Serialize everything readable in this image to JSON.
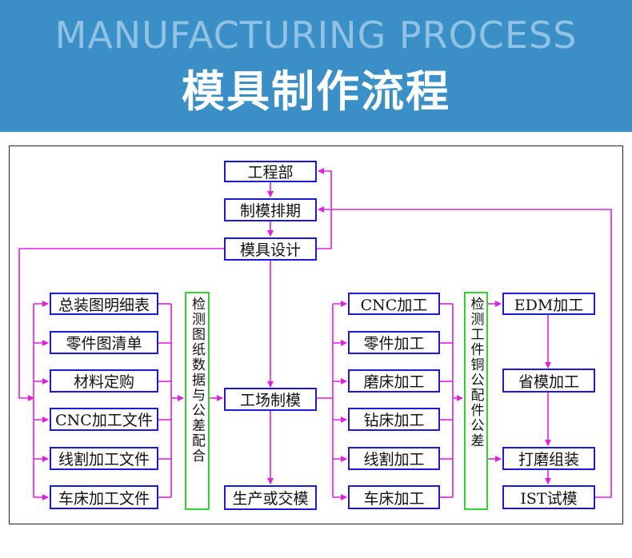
{
  "banner": {
    "title_en": "MANUFACTURING PROCESS",
    "title_cn": "模具制作流程"
  },
  "colors": {
    "banner": "#3a8fc6",
    "box_border": "#1a1ad8",
    "check_border": "#35d12e",
    "arrow": "#e21ee0"
  },
  "nodes": {
    "engineering_dept": "工程部",
    "mold_schedule": "制模排期",
    "mold_design": "模具设计",
    "assembly_drawing": "总装图明细表",
    "part_drawing_list": "零件图清单",
    "material_purchase": "材料定购",
    "cnc_file": "CNC加工文件",
    "wire_cut_file": "线割加工文件",
    "lathe_file": "车床加工文件",
    "check_drawing": "检测图纸数据与公差配合",
    "factory_molding": "工场制模",
    "production_or_delivery": "生产或交模",
    "cnc_machining": "CNC加工",
    "part_machining": "零件加工",
    "grinding_machining": "磨床加工",
    "drilling_machining": "钻床加工",
    "wire_cut_machining": "线割加工",
    "lathe_machining": "车床加工",
    "check_parts": "检测工件铜公配件公差",
    "edm_machining": "EDM加工",
    "save_mold_machining": "省模加工",
    "polish_assemble": "打磨组装",
    "ist_trial": "IST试模"
  }
}
